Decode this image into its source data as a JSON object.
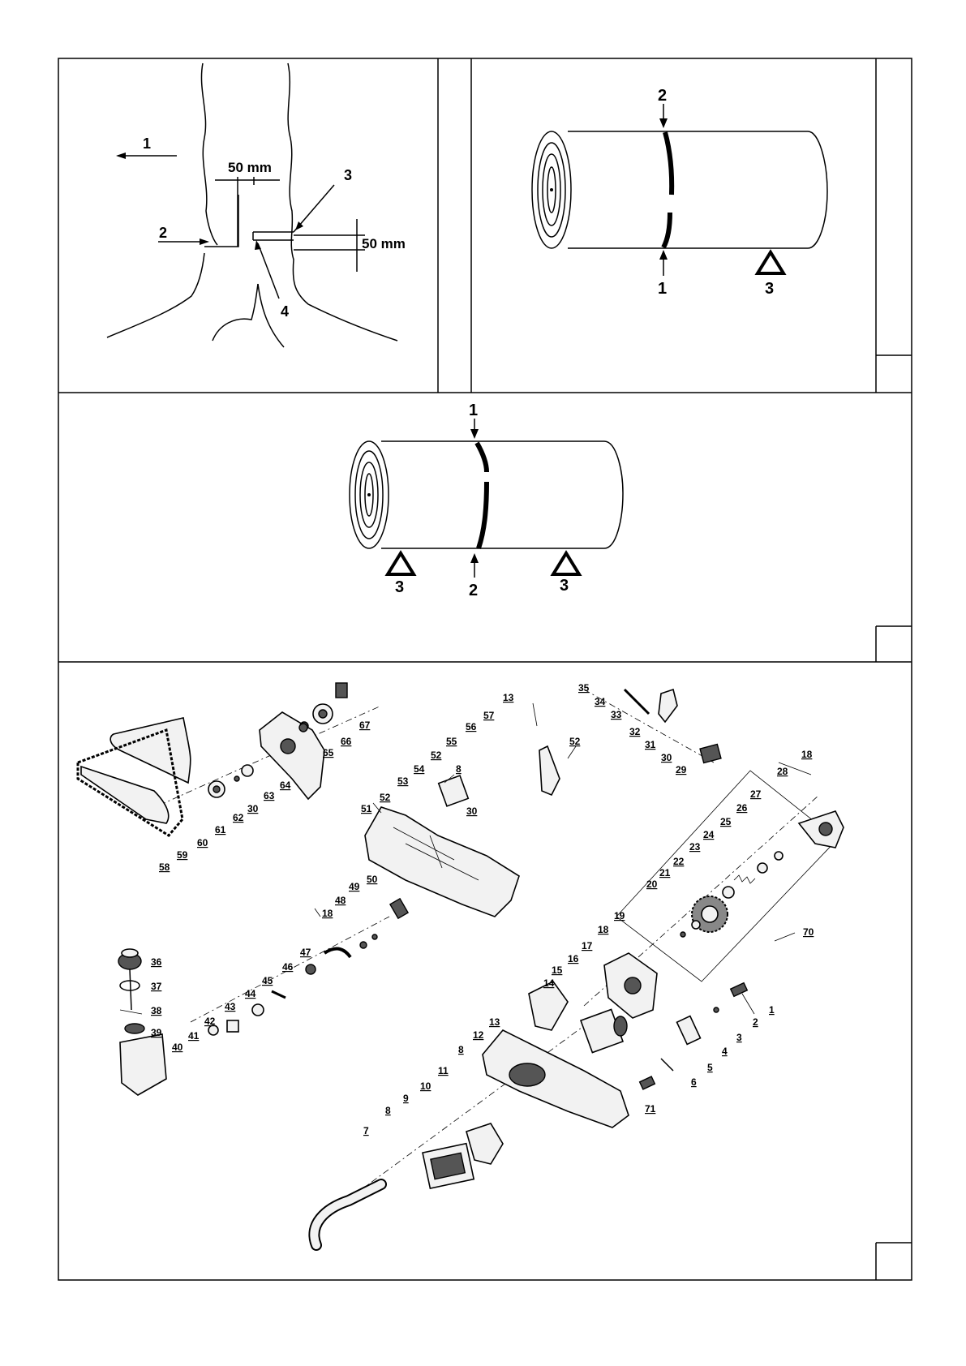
{
  "figure1": {
    "labels": {
      "l1": "1",
      "l2": "2",
      "l3": "3",
      "l4": "4",
      "dim_h": "50 mm",
      "dim_v": "50 mm"
    }
  },
  "figure2": {
    "labels": {
      "l1": "1",
      "l2": "2",
      "l3": "3"
    }
  },
  "figure3": {
    "labels": {
      "l1": "1",
      "l2": "2",
      "l3a": "3",
      "l3b": "3"
    }
  },
  "exploded": {
    "parts": [
      "1",
      "2",
      "3",
      "4",
      "5",
      "6",
      "7",
      "8",
      "8",
      "8",
      "9",
      "10",
      "11",
      "12",
      "13",
      "13",
      "14",
      "15",
      "16",
      "17",
      "18",
      "18",
      "18",
      "19",
      "20",
      "21",
      "22",
      "23",
      "24",
      "25",
      "26",
      "27",
      "28",
      "29",
      "30",
      "30",
      "30",
      "31",
      "32",
      "33",
      "34",
      "35",
      "36",
      "37",
      "38",
      "39",
      "40",
      "41",
      "42",
      "43",
      "44",
      "45",
      "46",
      "47",
      "48",
      "49",
      "50",
      "51",
      "52",
      "52",
      "52",
      "53",
      "54",
      "55",
      "56",
      "57",
      "58",
      "59",
      "60",
      "61",
      "62",
      "63",
      "64",
      "65",
      "66",
      "67",
      "70",
      "71"
    ]
  },
  "colors": {
    "line": "#000000",
    "background": "#ffffff"
  }
}
